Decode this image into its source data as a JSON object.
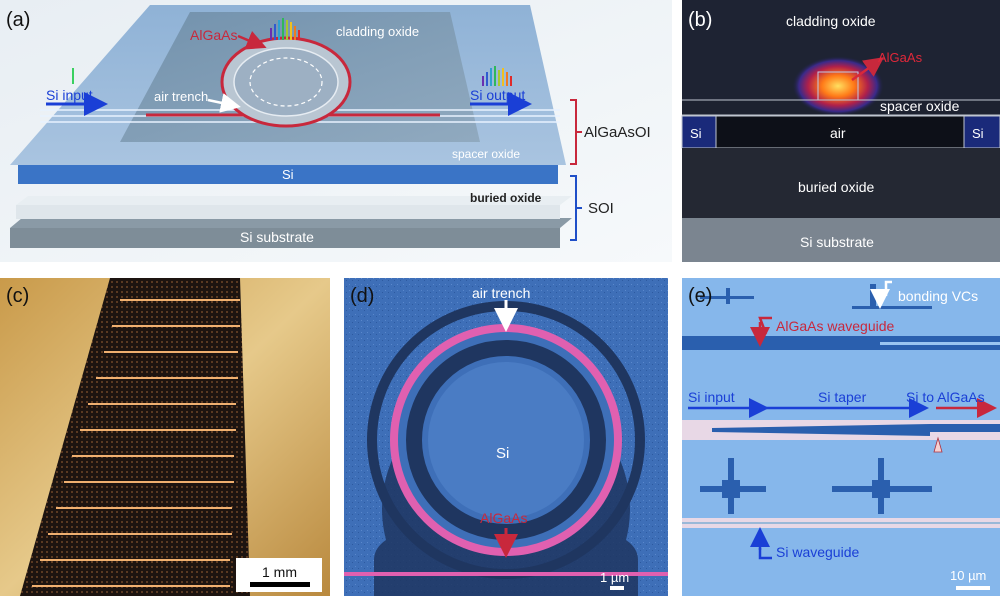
{
  "panels": {
    "a": {
      "tag": "(a)",
      "labels": {
        "cladding_oxide": "cladding oxide",
        "algaas": "AlGaAs",
        "si_input": "Si input",
        "si_output": "Si output",
        "air_trench": "air trench",
        "spacer_oxide": "spacer oxide",
        "si": "Si",
        "buried_oxide": "buried oxide",
        "si_substrate": "Si substrate",
        "algaasoi": "AlGaAsOI",
        "soi": "SOI"
      }
    },
    "b": {
      "tag": "(b)",
      "labels": {
        "cladding_oxide": "cladding oxide",
        "algaas": "AlGaAs",
        "spacer_oxide": "spacer oxide",
        "si_left": "Si",
        "air": "air",
        "si_right": "Si",
        "buried_oxide": "buried oxide",
        "si_substrate": "Si substrate"
      }
    },
    "c": {
      "tag": "(c)",
      "scale_bar": "1 mm"
    },
    "d": {
      "tag": "(d)",
      "labels": {
        "air_trench": "air trench",
        "si": "Si",
        "algaas": "AlGaAs"
      },
      "scale_bar": "1 µm"
    },
    "e": {
      "tag": "(e)",
      "labels": {
        "bonding_vcs": "bonding VCs",
        "algaas_waveguide": "AlGaAs waveguide",
        "si_input": "Si input",
        "si_taper": "Si taper",
        "si_to_algaas": "Si to AlGaAs",
        "si_waveguide": "Si waveguide"
      },
      "scale_bar": "10 µm"
    }
  },
  "colors": {
    "si_blue": "#2f6fc9",
    "algaas_red": "#c8283c",
    "brace_red": "#c8283c",
    "brace_blue": "#1f4fc8",
    "arrow_blue": "#1a3fd6",
    "mode_orange": "#f5a020"
  }
}
